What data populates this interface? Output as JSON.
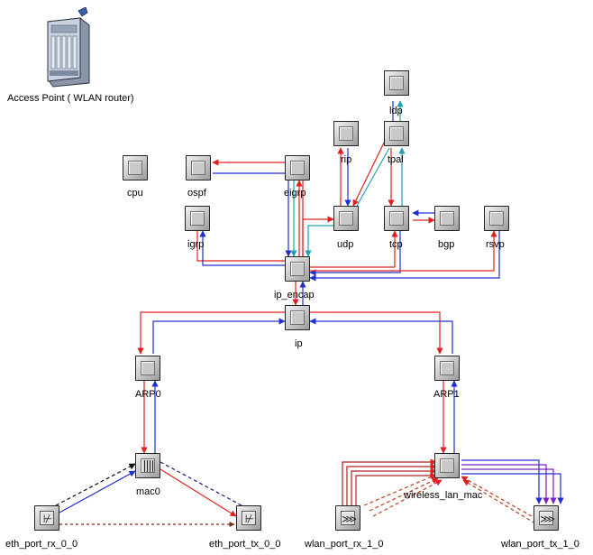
{
  "device": {
    "title": "Access Point ( WLAN router)"
  },
  "nodes": {
    "cpu": "cpu",
    "ospf": "ospf",
    "eigrp": "eigrp",
    "igrp": "igrp",
    "rip": "rip",
    "tpal": "tpal",
    "ldp": "ldp",
    "udp": "udp",
    "tcp": "tcp",
    "bgp": "bgp",
    "rsvp": "rsvp",
    "ip_encap": "ip_encap",
    "ip": "ip",
    "arp0": "ARP0",
    "arp1": "ARP1",
    "mac0": "mac0",
    "wireless_lan_mac": "wireless_lan_mac",
    "eth_port_rx_0_0": "eth_port_rx_0_0",
    "eth_port_tx_0_0": "eth_port_tx_0_0",
    "wlan_port_rx_1_0": "wlan_port_rx_1_0",
    "wlan_port_tx_1_0": "wlan_port_tx_1_0"
  },
  "colors": {
    "downlink": "#e02020",
    "uplink": "#2030d0",
    "aux": "#20a0b0",
    "link": "#7a2a10",
    "stream": "#8020c0"
  }
}
